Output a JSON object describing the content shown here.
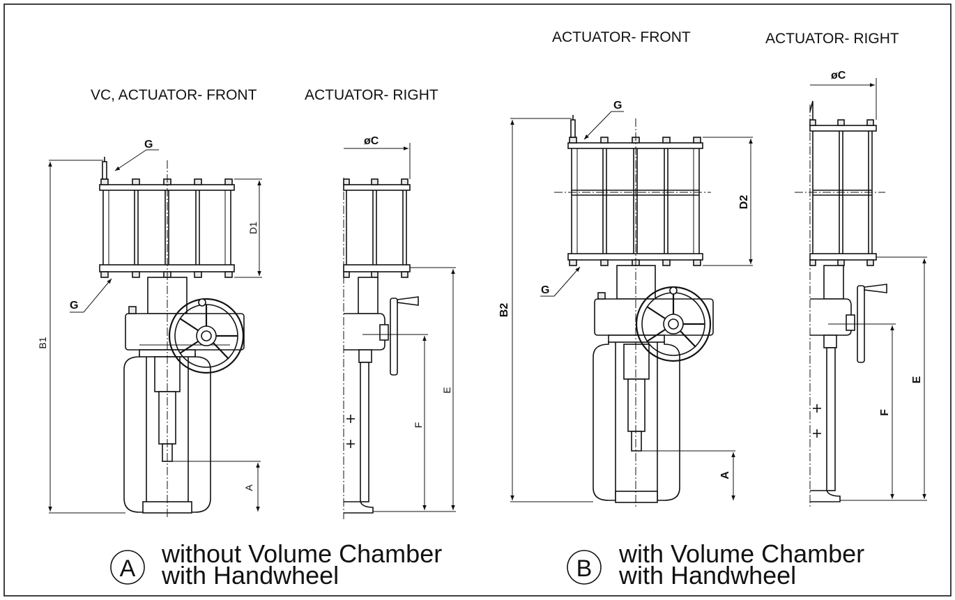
{
  "section_a": {
    "front_title": "VC, ACTUATOR- FRONT",
    "right_title": "ACTUATOR- RIGHT",
    "letter": "A",
    "caption_line1": "without Volume Chamber",
    "caption_line2": "with Handwheel",
    "dims": {
      "b1": "B1",
      "d1": "D1",
      "a": "A",
      "c": "øC",
      "e": "E",
      "f": "F",
      "g_top": "G",
      "g_bottom": "G"
    }
  },
  "section_b": {
    "front_title": "ACTUATOR- FRONT",
    "right_title": "ACTUATOR- RIGHT",
    "letter": "B",
    "caption_line1": "with Volume Chamber",
    "caption_line2": "with Handwheel",
    "dims": {
      "b2": "B2",
      "d2": "D2",
      "a": "A",
      "c": "øC",
      "e": "E",
      "f": "F",
      "g_top": "G",
      "g_bottom": "G"
    }
  },
  "colors": {
    "line": "#111111",
    "paper": "#ffffff",
    "shade": "#e9e9e9"
  }
}
